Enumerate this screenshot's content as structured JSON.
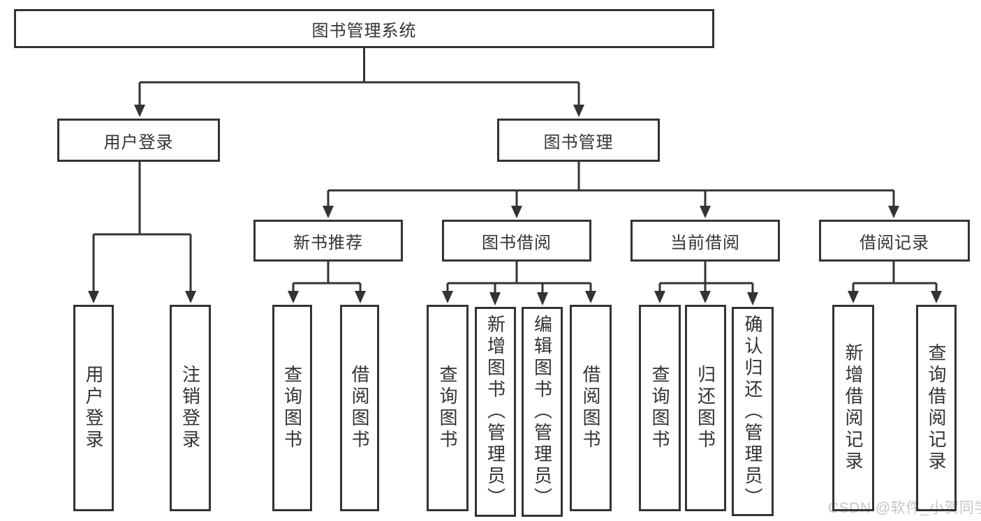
{
  "diagram": {
    "type": "hierarchy-tree",
    "root": {
      "label": "图书管理系统"
    },
    "branches": [
      {
        "label": "用户登录",
        "leaves": [
          {
            "label": "用户登录"
          },
          {
            "label": "注销登录"
          }
        ]
      },
      {
        "label": "图书管理",
        "groups": [
          {
            "label": "新书推荐",
            "leaves": [
              {
                "label": "查询图书"
              },
              {
                "label": "借阅图书"
              }
            ]
          },
          {
            "label": "图书借阅",
            "leaves": [
              {
                "label": "查询图书"
              },
              {
                "label": "新增图书（管理员）"
              },
              {
                "label": "编辑图书（管理员）"
              },
              {
                "label": "借阅图书"
              }
            ]
          },
          {
            "label": "当前借阅",
            "leaves": [
              {
                "label": "查询图书"
              },
              {
                "label": "归还图书"
              },
              {
                "label": "确认归还（管理员）"
              }
            ]
          },
          {
            "label": "借阅记录",
            "leaves": [
              {
                "label": "新增借阅记录"
              },
              {
                "label": "查询借阅记录"
              }
            ]
          }
        ]
      }
    ]
  },
  "watermark": {
    "text": "CSDN @软件_小贺同学"
  },
  "colors": {
    "line": "#333333",
    "box_border": "#333333",
    "text": "#333333",
    "watermark": "#c6c6c6",
    "background": "#ffffff"
  }
}
